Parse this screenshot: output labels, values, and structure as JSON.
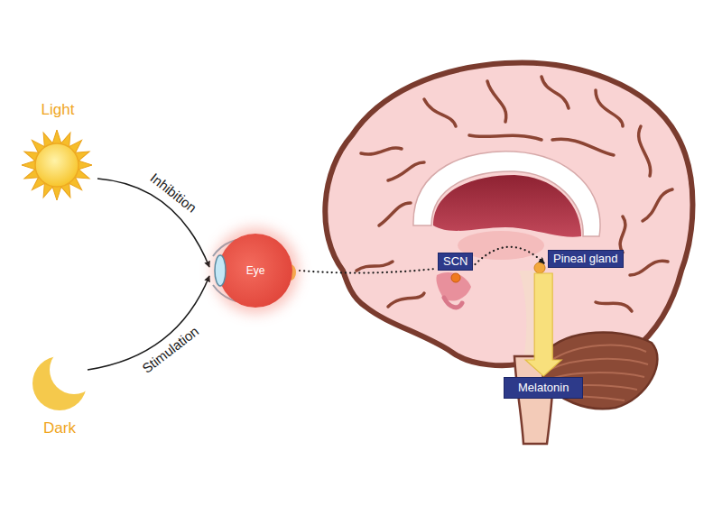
{
  "diagram": {
    "nodes": [
      {
        "text": [
          "Light"
        ]
      },
      {
        "text": [
          "Dark"
        ]
      },
      {
        "text": [
          "Eye"
        ]
      },
      {
        "text": [
          "SCN"
        ]
      },
      {
        "text": [
          "Pineal gland"
        ]
      },
      {
        "text": [
          "Melatonin"
        ]
      }
    ],
    "edges": [
      {
        "from": 0,
        "to": 2,
        "label": "Inhibition",
        "arrow": "to"
      },
      {
        "from": 1,
        "to": 2,
        "label": "Stimulation",
        "arrow": "to"
      },
      {
        "from": 2,
        "to": 3,
        "arrow": "none"
      },
      {
        "from": 3,
        "to": 4,
        "arrow": "to"
      },
      {
        "from": 4,
        "to": 5,
        "arrow": "to"
      }
    ]
  }
}
